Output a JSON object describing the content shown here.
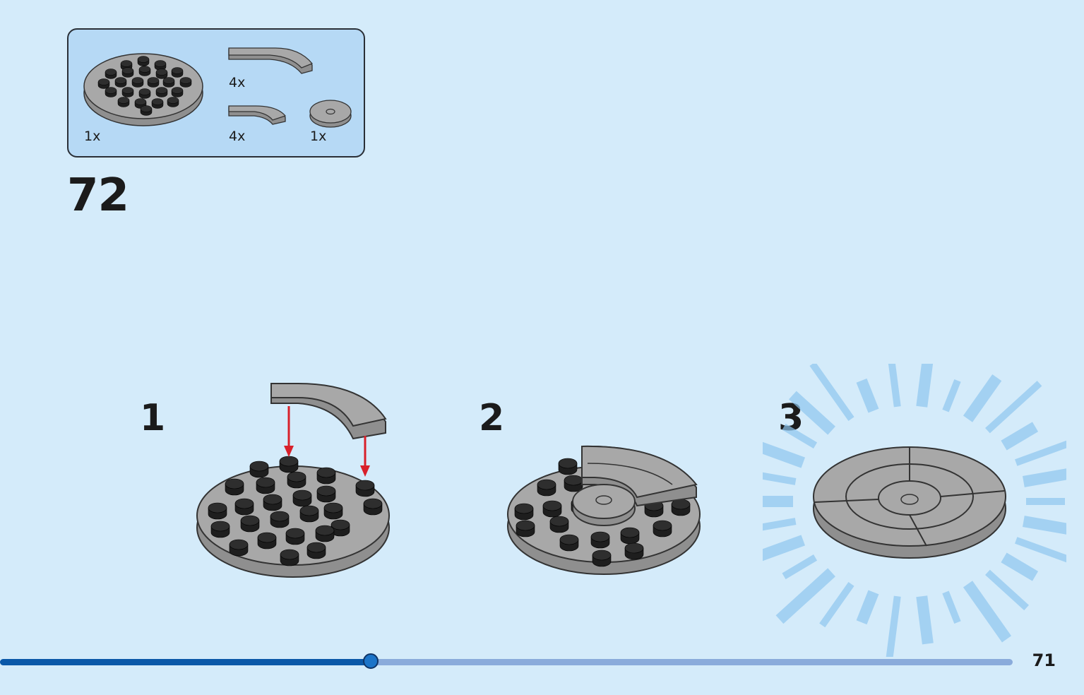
{
  "parts_callout": {
    "parts": [
      {
        "name": "round-plate-8x8",
        "qty": "1x"
      },
      {
        "name": "curved-tile-large",
        "qty": "4x"
      },
      {
        "name": "curved-tile-small",
        "qty": "4x"
      },
      {
        "name": "round-tile-2x2-hole",
        "qty": "1x"
      }
    ]
  },
  "step": {
    "number": "72",
    "substeps": [
      "1",
      "2",
      "3"
    ]
  },
  "progress": {
    "fraction": 0.366,
    "page_number": "71"
  },
  "colors": {
    "background": "#d4ebfa",
    "callout_bg": "#b6d9f5",
    "brick_gray": "#a3a3a3",
    "stud_black": "#1e1e1e",
    "arrow_red": "#d8202a",
    "progress_fill": "#0a58a8",
    "progress_track": "#8aabdb"
  }
}
